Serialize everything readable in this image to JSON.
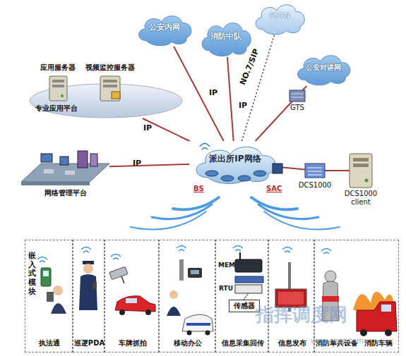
{
  "diagram": {
    "nodes": [
      {
        "text": [
          "公安内网"
        ]
      },
      {
        "text": [
          "消防中队"
        ]
      },
      {
        "text": [
          "PSTN"
        ]
      },
      {
        "text": [
          "公安对讲网"
        ]
      },
      {
        "text": [
          "专业应用平台"
        ]
      },
      {
        "text": [
          "应用服务器"
        ],
        "in": 4
      },
      {
        "text": [
          "视频监控服务器"
        ],
        "in": 4
      },
      {
        "text": [
          "GTS"
        ]
      },
      {
        "text": [
          "派出所IP网络"
        ]
      },
      {
        "text": [
          "网络管理平台"
        ]
      },
      {
        "text": [
          "DCS1000"
        ]
      },
      {
        "text": [
          "DCS1000 client"
        ]
      },
      {
        "text": [
          "嵌入式模块",
          "执法通"
        ]
      },
      {
        "text": [
          "巡逻PDA"
        ]
      },
      {
        "text": [
          "车牌抓拍"
        ]
      },
      {
        "text": [
          "移动办公"
        ]
      },
      {
        "text": [
          "信息采集回传"
        ]
      },
      {
        "text": [
          "传感器"
        ],
        "in": 16
      },
      {
        "text": [
          "信息发布"
        ]
      },
      {
        "text": [
          "消防单兵设备",
          "消防车辆"
        ]
      }
    ],
    "edges": [
      {
        "from": 8,
        "to": 0,
        "label": "IP",
        "arrow": "none"
      },
      {
        "from": 8,
        "to": 1,
        "label": "IP",
        "arrow": "none"
      },
      {
        "from": 8,
        "to": 2,
        "label": "NO.7/SIP",
        "arrow": "none"
      },
      {
        "from": 8,
        "to": 7,
        "arrow": "none"
      },
      {
        "from": 7,
        "to": 3,
        "arrow": "none"
      },
      {
        "from": 8,
        "to": 4,
        "label": "IP",
        "arrow": "none"
      },
      {
        "from": 8,
        "to": 9,
        "label": "IP",
        "arrow": "none"
      },
      {
        "from": 8,
        "to": 10,
        "arrow": "none"
      },
      {
        "from": 10,
        "to": 11,
        "arrow": "none"
      }
    ],
    "labels": [
      "BS",
      "SAC",
      "MEM",
      "RTU",
      "指挥调度网",
      "www.cqec.com"
    ]
  }
}
